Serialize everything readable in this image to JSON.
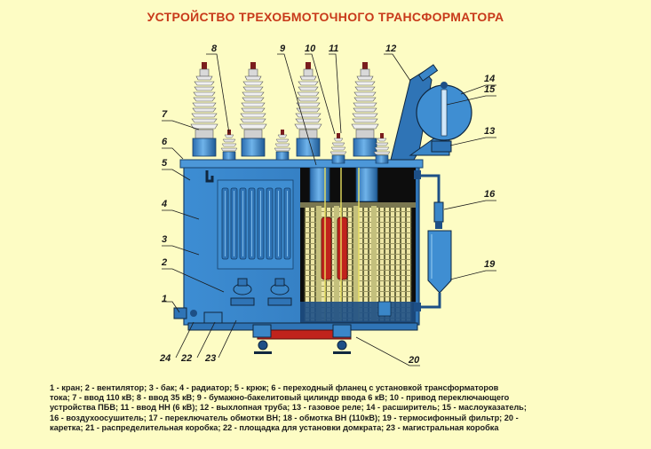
{
  "title": "УСТРОЙСТВО ТРЕХОБМОТОЧНОГО ТРАНСФОРМАТОРА",
  "colors": {
    "background": "#fdfcc4",
    "title": "#c8391a",
    "tank": "#3a86c8",
    "tank_dark": "#1d4f86",
    "winding": "#e9e2a0",
    "interior": "#0d0d0d",
    "bushing": "#f2f2f2"
  },
  "labels": [
    "1",
    "2",
    "3",
    "4",
    "5",
    "6",
    "7",
    "8",
    "9",
    "10",
    "11",
    "12",
    "13",
    "14",
    "15",
    "16",
    "19",
    "20",
    "22",
    "23",
    "24"
  ],
  "legend_lines": [
    "1 - кран; 2 - вентилятор; 3 - бак; 4 - радиатор; 5 - крюк; 6 - переходный фланец с установкой трансформаторов",
    "тока; 7 - ввод 110 кВ; 8 - ввод 35 кВ; 9 - бумажно-бакелитовый цилиндр ввода 6 кВ; 10 - привод переключающего",
    "устройства ПБВ; 11 - ввод НН (6 кВ); 12 - выхлопная труба; 13 - газовое реле; 14 - расширитель; 15 - маслоуказатель;",
    "16 - воздухоосушитель; 17 - переключатель обмотки ВН; 18 - обмотка ВН (110кВ); 19 - термосифонный фильтр; 20 -",
    "каретка; 21 - распределительная коробка; 22 - площадка для установки домкрата; 23 - магистральная коробка"
  ]
}
